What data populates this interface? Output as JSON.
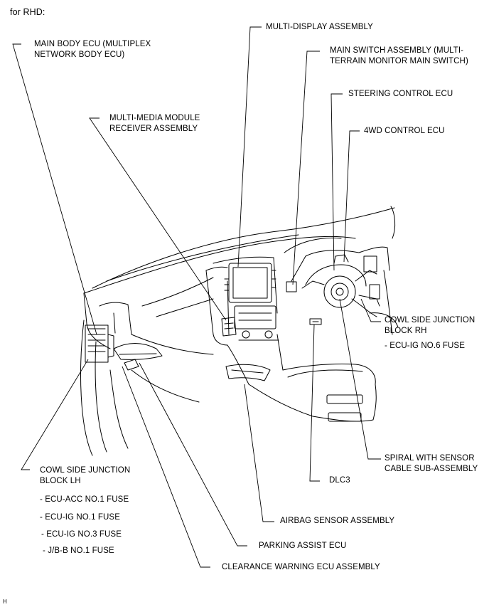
{
  "heading": "for RHD:",
  "footer_code": "H",
  "labels": {
    "main_body_ecu": "MAIN BODY ECU (MULTIPLEX\nNETWORK BODY ECU)",
    "multi_display": "MULTI-DISPLAY ASSEMBLY",
    "main_switch": "MAIN SWITCH ASSEMBLY (MULTI-\nTERRAIN MONITOR MAIN SWITCH)",
    "steering_control_ecu": "STEERING CONTROL ECU",
    "multi_media": "MULTI-MEDIA MODULE\nRECEIVER ASSEMBLY",
    "fourwd_control_ecu": "4WD CONTROL ECU",
    "cowl_rh": "COWL SIDE JUNCTION\nBLOCK RH",
    "cowl_rh_fuse": "- ECU-IG NO.6 FUSE",
    "spiral_cable": "SPIRAL WITH SENSOR\nCABLE SUB-ASSEMBLY",
    "dlc3": "DLC3",
    "cowl_lh": "COWL SIDE JUNCTION\nBLOCK LH",
    "fuse_acc1": "- ECU-ACC NO.1 FUSE",
    "fuse_ig1": "- ECU-IG NO.1 FUSE",
    "fuse_ig3": "- ECU-IG NO.3 FUSE",
    "fuse_jb1": "- J/B-B NO.1 FUSE",
    "airbag_sensor": "AIRBAG SENSOR ASSEMBLY",
    "parking_assist": "PARKING ASSIST ECU",
    "clearance_warning": "CLEARANCE WARNING ECU ASSEMBLY"
  }
}
